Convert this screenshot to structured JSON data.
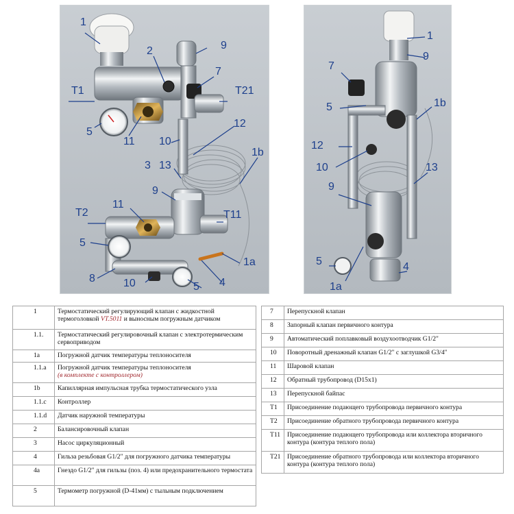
{
  "left_photo": {
    "callouts": [
      {
        "id": "c1",
        "text": "1"
      },
      {
        "id": "c2",
        "text": "2"
      },
      {
        "id": "c9a",
        "text": "9"
      },
      {
        "id": "c7",
        "text": "7"
      },
      {
        "id": "cT1",
        "text": "T1"
      },
      {
        "id": "cT21",
        "text": "T21"
      },
      {
        "id": "c5a",
        "text": "5"
      },
      {
        "id": "c11a",
        "text": "11"
      },
      {
        "id": "c10a",
        "text": "10"
      },
      {
        "id": "c12",
        "text": "12"
      },
      {
        "id": "c3",
        "text": "3"
      },
      {
        "id": "c13",
        "text": "13"
      },
      {
        "id": "c1b",
        "text": "1b"
      },
      {
        "id": "c9b",
        "text": "9"
      },
      {
        "id": "c11b",
        "text": "11"
      },
      {
        "id": "cT2",
        "text": "T2"
      },
      {
        "id": "cT11",
        "text": "T11"
      },
      {
        "id": "c5b",
        "text": "5"
      },
      {
        "id": "c1a",
        "text": "1a"
      },
      {
        "id": "c8",
        "text": "8"
      },
      {
        "id": "c10b",
        "text": "10"
      },
      {
        "id": "c5c",
        "text": "5"
      },
      {
        "id": "c4",
        "text": "4"
      }
    ]
  },
  "right_photo": {
    "callouts": [
      {
        "id": "r1",
        "text": "1"
      },
      {
        "id": "r9a",
        "text": "9"
      },
      {
        "id": "r7",
        "text": "7"
      },
      {
        "id": "r1b",
        "text": "1b"
      },
      {
        "id": "r5a",
        "text": "5"
      },
      {
        "id": "r12",
        "text": "12"
      },
      {
        "id": "r10",
        "text": "10"
      },
      {
        "id": "r13",
        "text": "13"
      },
      {
        "id": "r9b",
        "text": "9"
      },
      {
        "id": "r5b",
        "text": "5"
      },
      {
        "id": "r4",
        "text": "4"
      },
      {
        "id": "r1a",
        "text": "1a"
      }
    ]
  },
  "legend_left": [
    {
      "code": "1",
      "text": "Термостатический регулирующий клапан с жидкостной термоголовкой ",
      "note": "VT.5011",
      "text_after": " и выносным погружным датчиком"
    },
    {
      "code": "1.1.",
      "text": "Термостатический регулировочный клапан с электротермическим сервоприводом"
    },
    {
      "code": "1a",
      "text": "Погружной датчик температуры теплоносителя"
    },
    {
      "code": "1.1.a",
      "text": "Погружной датчик температуры теплоносителя",
      "note": "(в комплекте с контроллером)"
    },
    {
      "code": "1b",
      "text": "Капиллярная импульсная трубка термостатического узла"
    },
    {
      "code": "1.1.c",
      "text": "Контроллер"
    },
    {
      "code": "1.1.d",
      "text": "Датчик наружной температуры"
    },
    {
      "code": "2",
      "text": "Балансировочный клапан"
    },
    {
      "code": "3",
      "text": "Насос циркуляционный"
    },
    {
      "code": "4",
      "text": "Гильза резьбовая G1/2\" для погружного датчика температуры"
    },
    {
      "code": "4a",
      "text": "Гнездо G1/2\" для гильзы (поз. 4) или предохранительного термостата"
    },
    {
      "code": "5",
      "text": "Термометр погружной (D-41мм) с тыльным подключением"
    }
  ],
  "legend_right": [
    {
      "code": "7",
      "text": "Перепускной клапан"
    },
    {
      "code": "8",
      "text": "Запорный клапан первичного контура"
    },
    {
      "code": "9",
      "text": "Автоматический поплавковый воздухоотводчик G1/2\""
    },
    {
      "code": "10",
      "text": "Поворотный дренажный клапан G1/2\" с заглушкой G3/4\""
    },
    {
      "code": "11",
      "text": "Шаровой клапан"
    },
    {
      "code": "12",
      "text": "Обратный трубопровод (D15x1)"
    },
    {
      "code": "13",
      "text": "Перепускной байпас"
    },
    {
      "code": "T1",
      "text": "Присоединение подающего трубопровода первичного контура"
    },
    {
      "code": "T2",
      "text": "Присоединение обратного трубопровода первичного контура"
    },
    {
      "code": "T11",
      "text": "Присоединение подающего трубопровода или коллектора вторичного контура (контура теплого пола)"
    },
    {
      "code": "T21",
      "text": "Присоединение обратного трубопровода или коллектора вторичного контура (контура теплого пола)"
    }
  ]
}
